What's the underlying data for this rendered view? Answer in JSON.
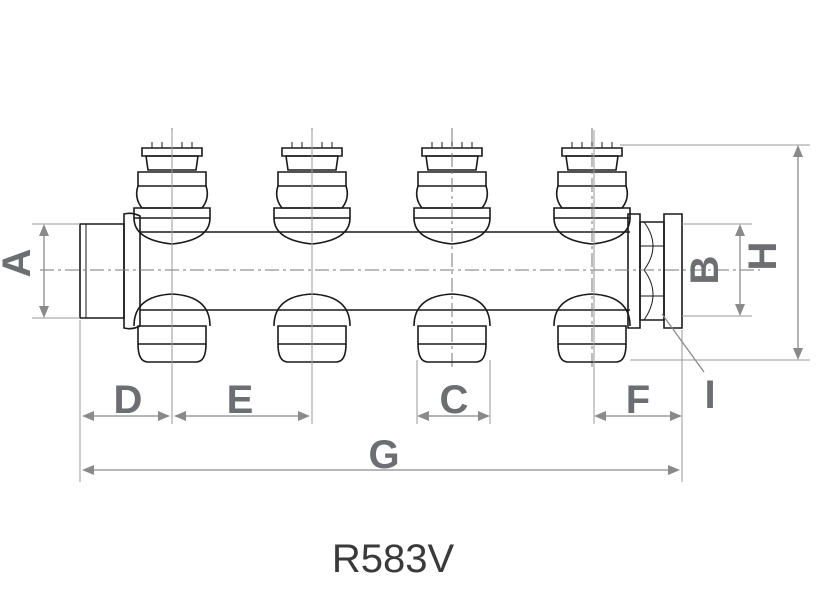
{
  "drawing": {
    "model": "R583V",
    "dimension_labels": {
      "a": "A",
      "b": "B",
      "c": "C",
      "d": "D",
      "e": "E",
      "f": "F",
      "g": "G",
      "h": "H",
      "i": "I"
    },
    "outlets": 4
  }
}
